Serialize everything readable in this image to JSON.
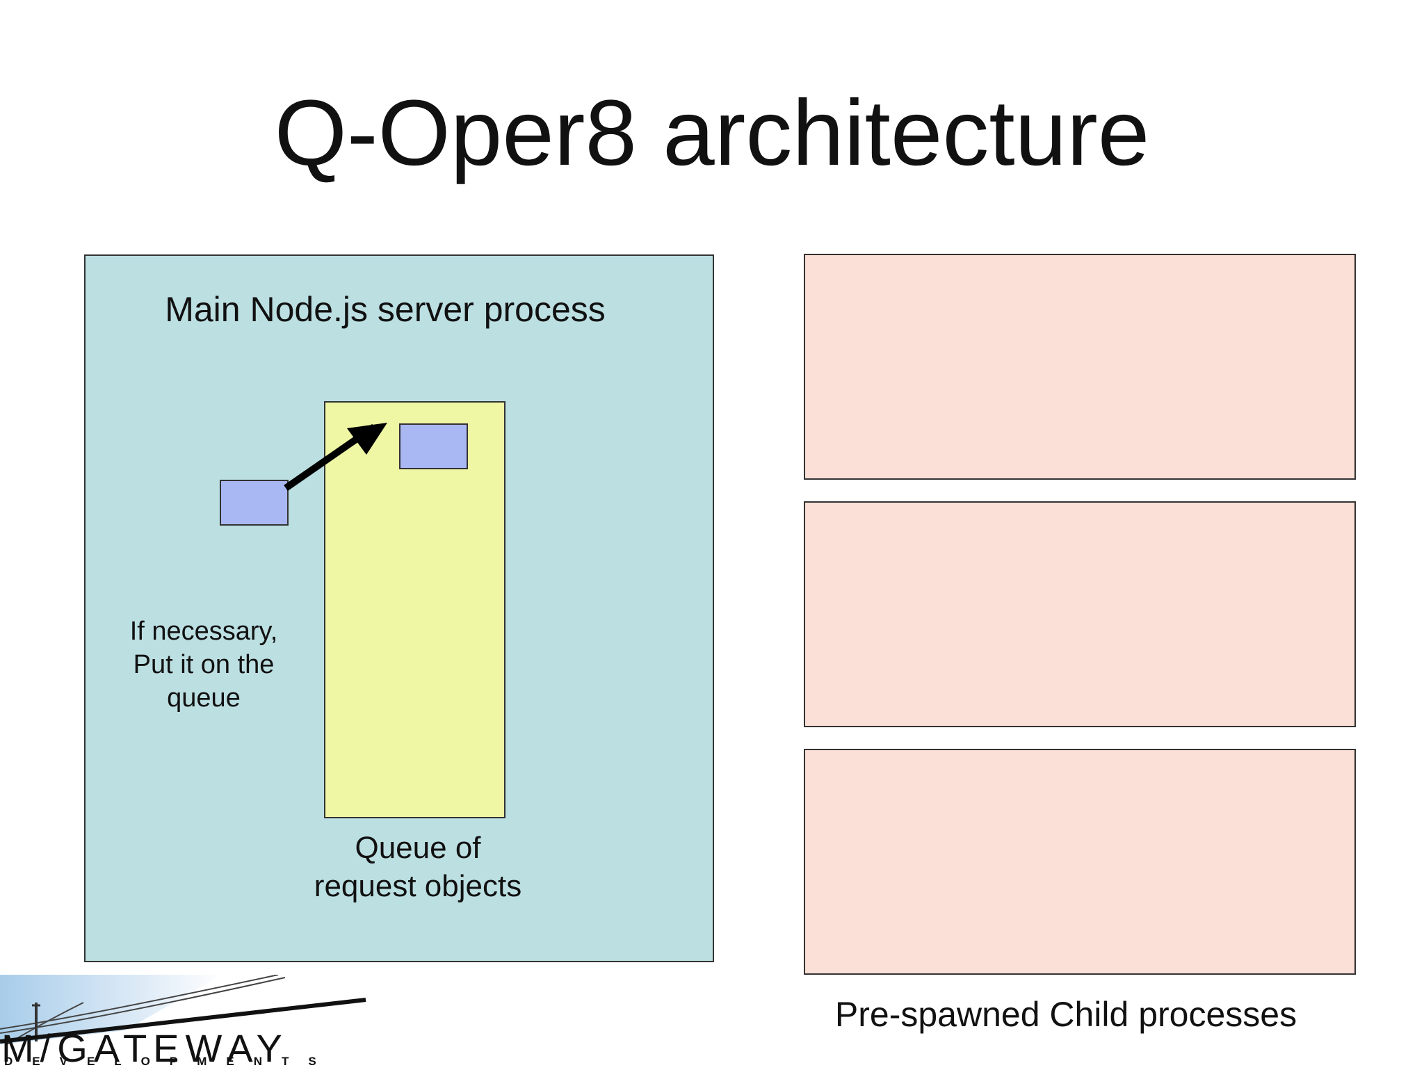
{
  "slide": {
    "title": "Q-Oper8 architecture"
  },
  "main_process": {
    "label": "Main Node.js server process",
    "note_lines": [
      "If necessary,",
      "Put it on the",
      "queue"
    ],
    "queue_caption_lines": [
      "Queue of",
      "request objects"
    ]
  },
  "child_processes": {
    "count": 3,
    "caption": "Pre-spawned Child processes"
  },
  "logo": {
    "name": "M/GATEWAY",
    "subtitle": "DEVELOPMENTS"
  },
  "colors": {
    "main_process_fill": "#bcdfe2",
    "queue_fill": "#eff7a5",
    "request_fill": "#a9b8f2",
    "child_process_fill": "#fbe0d8"
  }
}
